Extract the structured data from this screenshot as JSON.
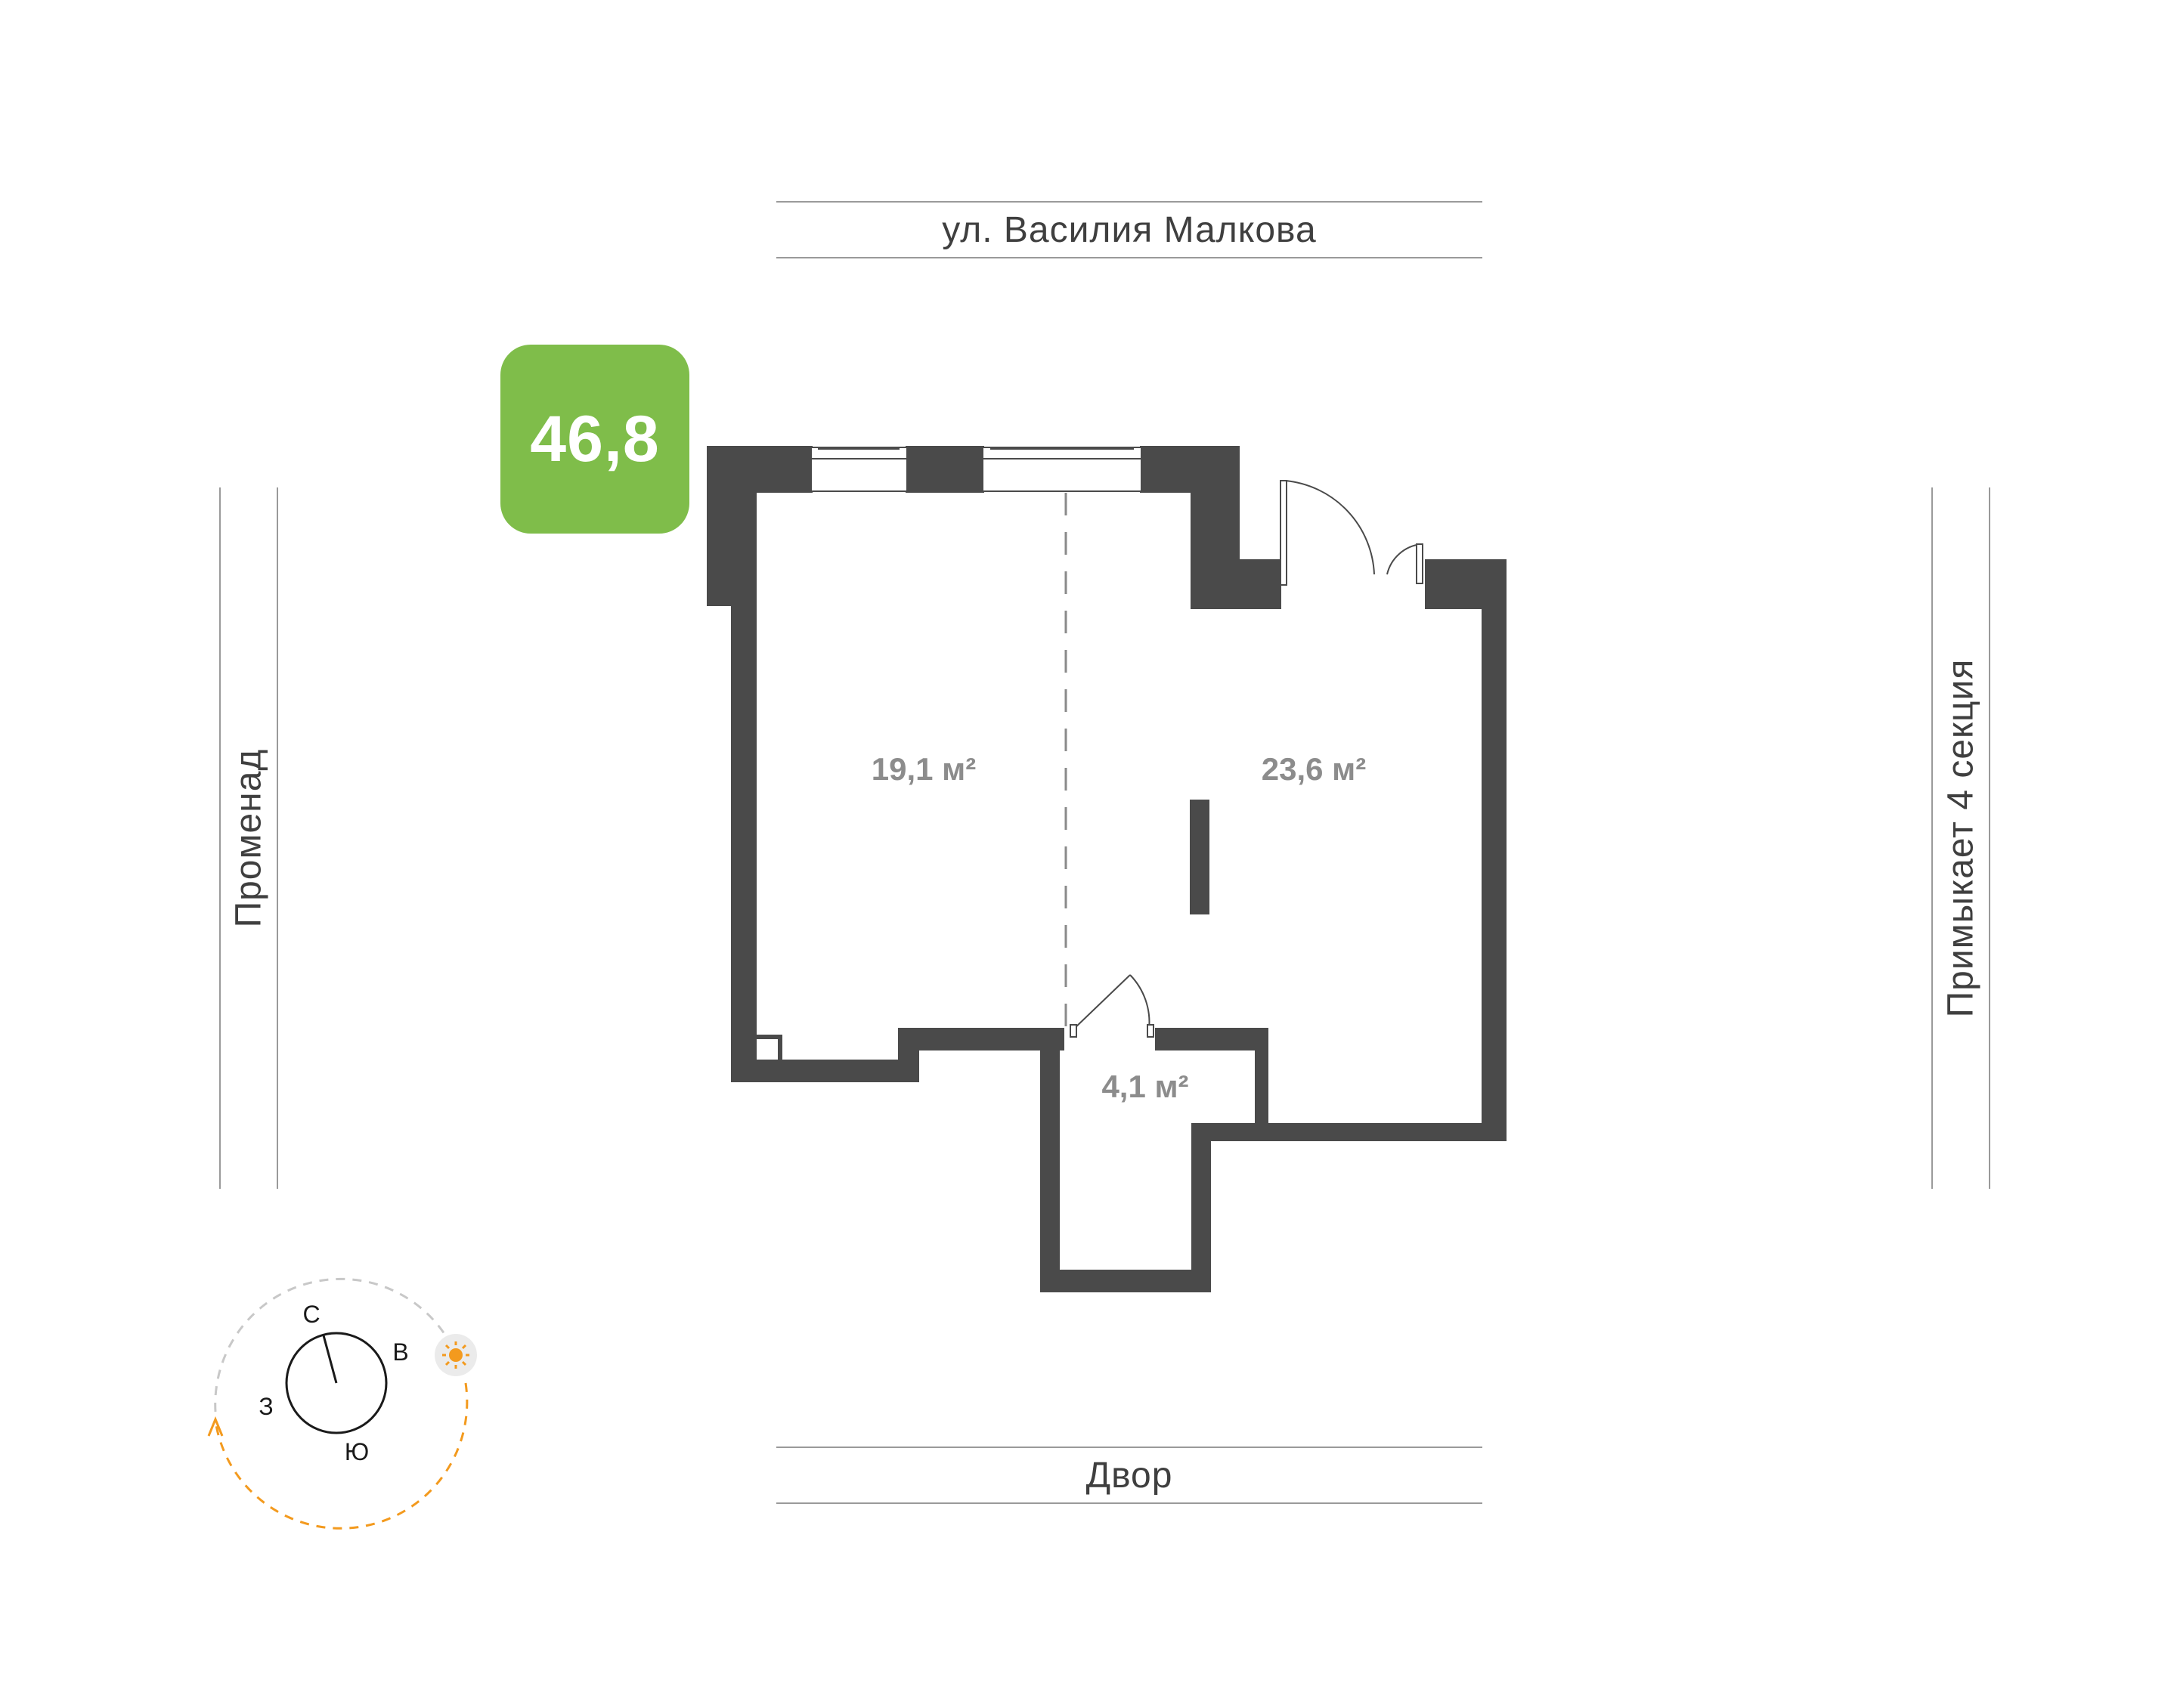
{
  "streets": {
    "top": "ул. Василия Малкова",
    "bottom": "Двор",
    "left": "Променад",
    "right": "Примыкает 4 секция"
  },
  "total_area": "46,8",
  "rooms": [
    {
      "area": "19,1 м²"
    },
    {
      "area": "23,6 м²"
    },
    {
      "area": "4,1 м²"
    }
  ],
  "compass": {
    "north": "С",
    "east": "В",
    "south": "Ю",
    "west": "З",
    "sun_icon": "sun-icon"
  },
  "colors": {
    "accent": "#7fbd4a",
    "walls": "#4a4a4a",
    "sun_path": "#f39a1e"
  }
}
